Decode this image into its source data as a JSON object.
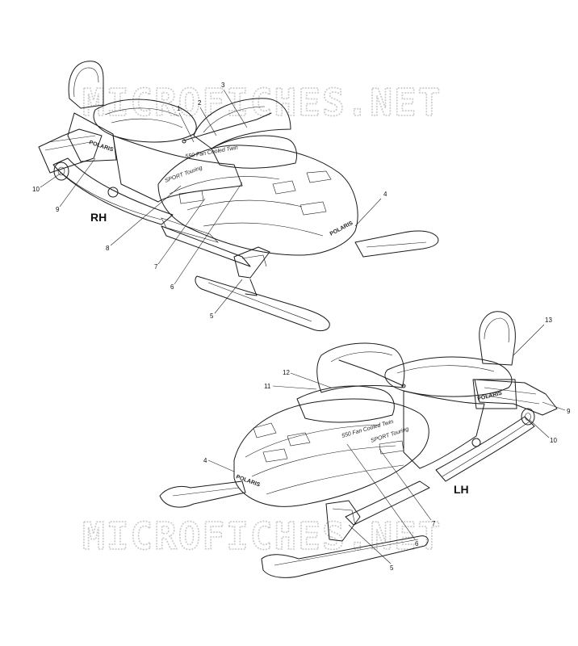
{
  "watermarks": [
    "MICROFICHES.NET",
    "MICROFICHES.NET"
  ],
  "views": [
    {
      "label": "RH"
    },
    {
      "label": "LH"
    }
  ],
  "decal_text": {
    "brand": "POLARIS",
    "engine": "550 Fan Cooled Twin",
    "model": "SPORT Touring"
  },
  "callouts": {
    "rh": [
      "1",
      "2",
      "3",
      "4",
      "5",
      "6",
      "7",
      "8",
      "9",
      "10"
    ],
    "lh": [
      "4",
      "5",
      "6",
      "7",
      "9",
      "10",
      "11",
      "12",
      "13"
    ]
  }
}
